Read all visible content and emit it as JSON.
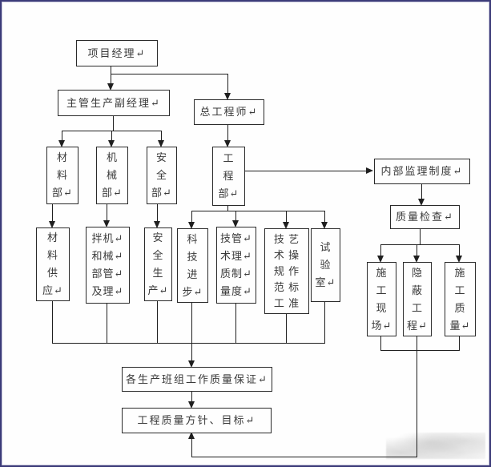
{
  "style": {
    "frame_color": "#3c3b79",
    "inner_frame_color": "#c9c9dd",
    "line_color": "#1f1f1f",
    "background": "#fefefe",
    "text_color": "#3a3a3a"
  },
  "boxes": {
    "project_manager": {
      "text": "项目经理↵"
    },
    "deputy_manager": {
      "text": "主管生产副经理↵"
    },
    "chief_engineer": {
      "text": "总工程师↵"
    },
    "materials_dept": {
      "text": "材\n料\n部↵"
    },
    "machinery_dept": {
      "text": "机\n械\n部↵"
    },
    "safety_dept": {
      "text": "安\n全\n部↵"
    },
    "engineering_dept": {
      "text": "工\n程\n部↵"
    },
    "internal_supervision": {
      "text": "内部监理制度↵"
    },
    "quality_inspection": {
      "text": "质量检查↵"
    },
    "material_supply": {
      "text": "材\n料\n供\n应↵"
    },
    "machinery_mgmt_mixing": {
      "text": "拌机↵\n和械↵\n部管↵\n及理↵"
    },
    "safe_production": {
      "text": "安\n全\n生\n产↵"
    },
    "tech_progress": {
      "text": "科\n技\n进\n步↵"
    },
    "tech_quality_mgmt": {
      "text": "技管↵\n术理↵\n质制↵\n量度↵"
    },
    "tech_spec_standards": {
      "text": "技 艺\n术 操\n规 作\n范 标\n工 准"
    },
    "laboratory": {
      "text": "试\n验\n室↵"
    },
    "construction_site": {
      "text": "施\n工\n现\n场↵"
    },
    "concealed_works": {
      "text": "隐\n蔽\n工\n程↵"
    },
    "construction_quality": {
      "text": "施\n工\n质\n量↵"
    },
    "team_quality_assurance": {
      "text": "各生产班组工作质量保证↵"
    },
    "quality_policy_goals": {
      "text": "工程质量方针、目标↵"
    }
  }
}
